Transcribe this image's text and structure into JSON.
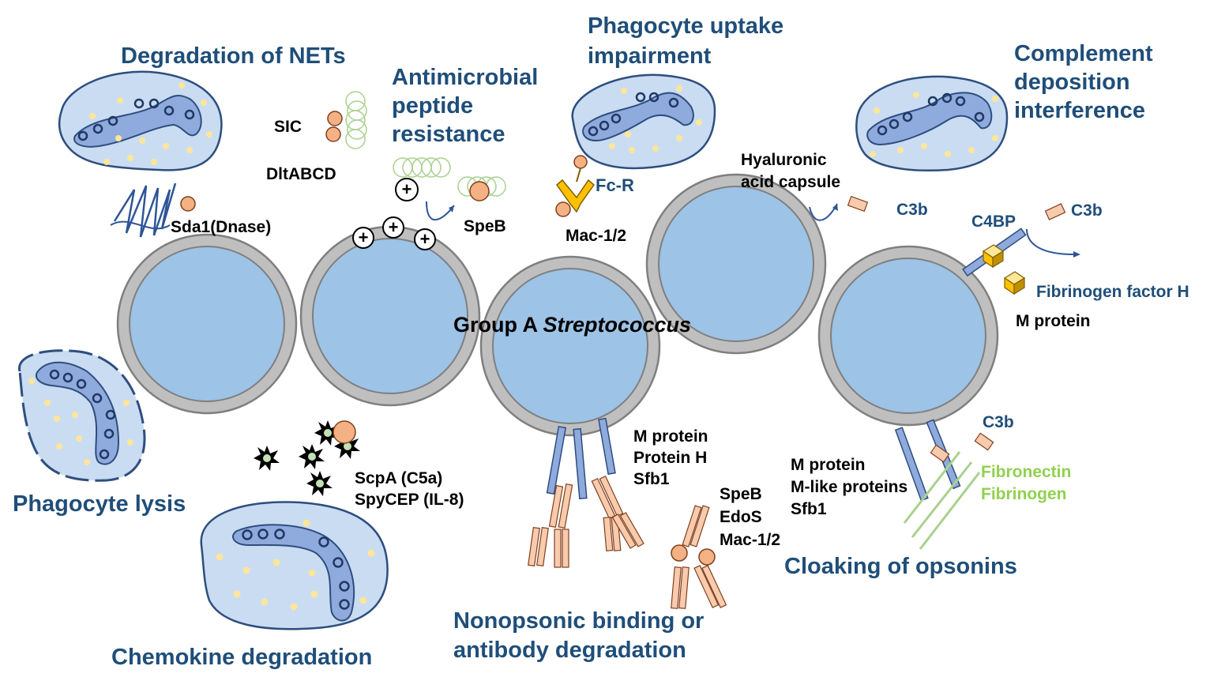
{
  "headings": {
    "nets": "Degradation of NETs",
    "amp": [
      "Antimicrobial",
      "peptide",
      "resistance"
    ],
    "uptake": [
      "Phagocyte uptake",
      "impairment"
    ],
    "complement": [
      "Complement",
      "deposition",
      "interference"
    ],
    "lysis": "Phagocyte lysis",
    "chemokine": "Chemokine degradation",
    "nonopsonic": [
      "Nonopsonic binding or",
      "antibody degradation"
    ],
    "cloaking": "Cloaking of opsonins"
  },
  "center_label": {
    "plain": "Group A ",
    "italic": "Streptococcus"
  },
  "labels": {
    "sic": "SIC",
    "dltabcd": "DltABCD",
    "sda1": "Sda1(Dnase)",
    "speb_amp": "SpeB",
    "fcr": "Fc-R",
    "mac12": "Mac-1/2",
    "hyaluronic": [
      "Hyaluronic",
      "acid capsule"
    ],
    "c3b_1": "C3b",
    "c4bp": "C4BP",
    "c3b_2": "C3b",
    "fibrinogen_factor_h": "Fibrinogen factor H",
    "m_protein_right": "M protein",
    "scp": [
      "ScpA (C5a)",
      "SpyCEP (IL-8)"
    ],
    "mid_proteins": [
      "M protein",
      "Protein H",
      "Sfb1"
    ],
    "degraders": [
      "SpeB",
      "EdoS",
      "Mac-1/2"
    ],
    "cloak_proteins": [
      "M protein",
      "M-like proteins",
      "Sfb1"
    ],
    "c3b_3": "C3b",
    "fibro": [
      "Fibronectin",
      "Fibrinogen"
    ]
  },
  "colors": {
    "heading": "#1f4e79",
    "bacterium_fill": "#9dc3e6",
    "bacterium_wall": "#bfbfbf",
    "phagocyte_fill": "#c9dcf2",
    "nucleus_fill": "#8faadc",
    "granule": "#ffe699",
    "peptide": "#f4b183",
    "fibronectin": "#a9d18e",
    "antibody": "#f8cbad"
  }
}
